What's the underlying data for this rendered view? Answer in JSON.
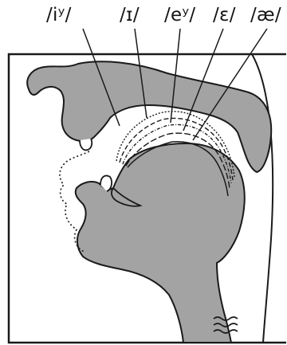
{
  "labels": [
    "/iʸ/",
    "/ɪ/",
    "/eʸ/",
    "/ɛ/",
    "/æ/"
  ],
  "colors": {
    "tissue": "#a3a3a3",
    "ink": "#1a1a1a",
    "background": "#ffffff"
  }
}
